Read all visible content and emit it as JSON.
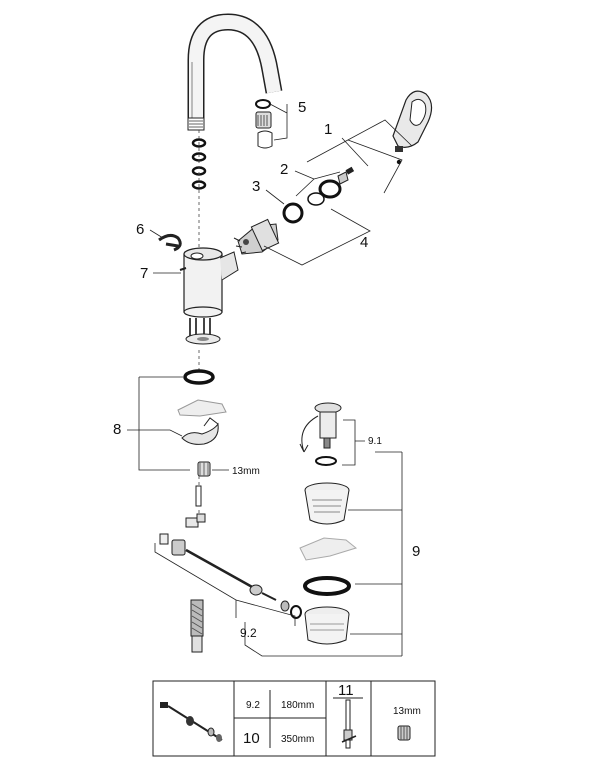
{
  "callouts": {
    "c1": "1",
    "c2": "2",
    "c3": "3",
    "c4": "4",
    "c5": "5",
    "c6": "6",
    "c7": "7",
    "c8": "8",
    "c9": "9",
    "c9_1": "9.1",
    "c9_2": "9.2",
    "size_13mm": "13mm"
  },
  "table": {
    "row1_ref": "9.2",
    "row1_len": "180mm",
    "row2_ref": "10",
    "row2_len": "350mm",
    "col_11": "11",
    "col_13mm": "13mm"
  }
}
